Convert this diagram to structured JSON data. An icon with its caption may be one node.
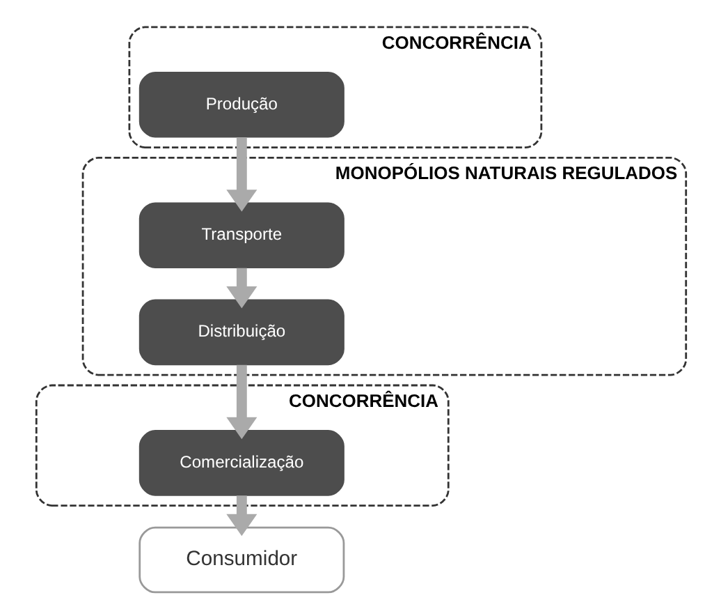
{
  "diagram": {
    "nodes": [
      {
        "text": [
          "CONCORRÊNCIA"
        ]
      },
      {
        "text": [
          "Produção"
        ],
        "in": 0
      },
      {
        "text": [
          "MONOPÓLIOS NATURAIS REGULADOS"
        ]
      },
      {
        "text": [
          "Transporte"
        ],
        "in": 2
      },
      {
        "text": [
          "Distribuição"
        ],
        "in": 2
      },
      {
        "text": [
          "CONCORRÊNCIA"
        ]
      },
      {
        "text": [
          "Comercialização"
        ],
        "in": 5
      },
      {
        "text": [
          "Consumidor"
        ]
      }
    ],
    "edges": [
      {
        "from": 1,
        "to": 3,
        "arrow": "to"
      },
      {
        "from": 3,
        "to": 4,
        "arrow": "to"
      },
      {
        "from": 4,
        "to": 6,
        "arrow": "to"
      },
      {
        "from": 6,
        "to": 7,
        "arrow": "to"
      }
    ]
  }
}
